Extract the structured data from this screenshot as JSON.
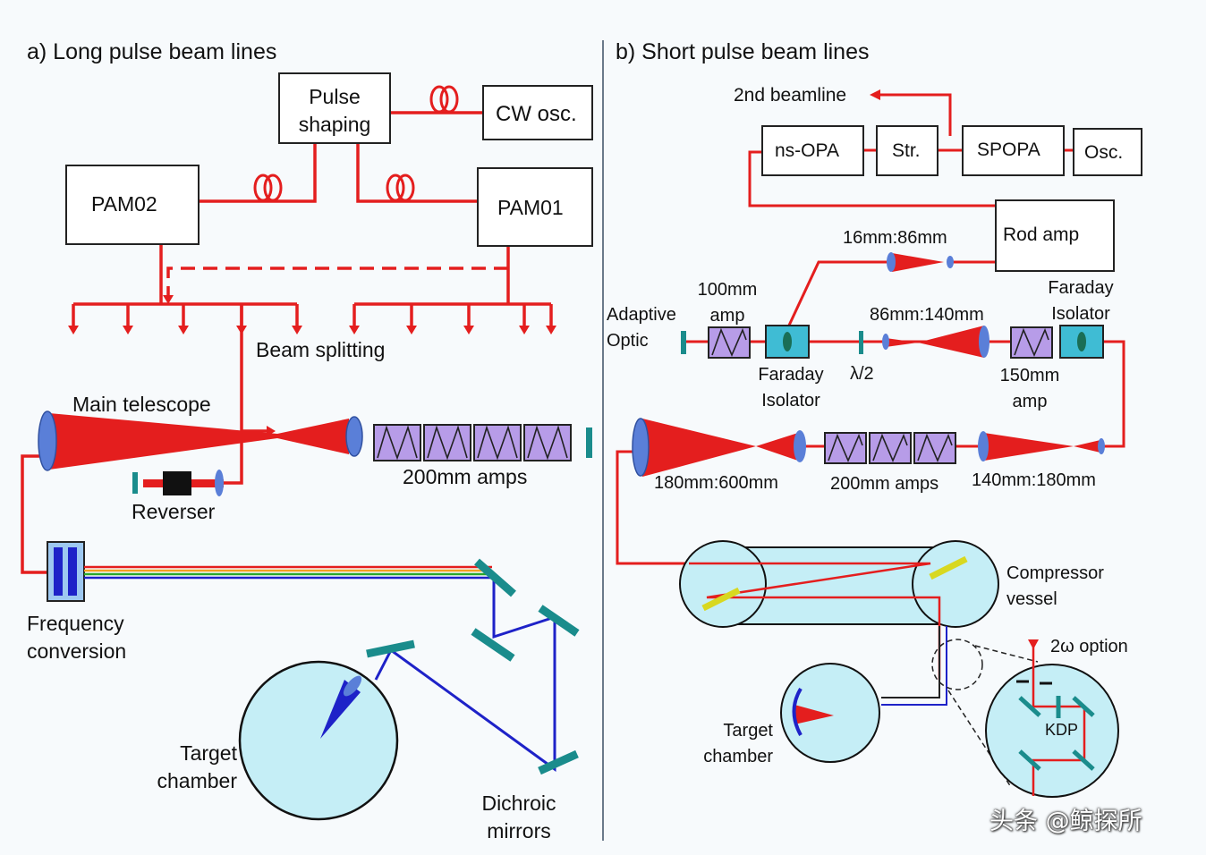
{
  "panel_a": {
    "title": "a) Long pulse beam lines",
    "pulse_shaping": "Pulse shaping",
    "cw_osc": "CW osc.",
    "pam02": "PAM02",
    "pam01": "PAM01",
    "beam_splitting": "Beam splitting",
    "main_telescope": "Main telescope",
    "reverser": "Reverser",
    "amps": "200mm amps",
    "frequency_conversion": "Frequency conversion",
    "target_chamber": "Target chamber",
    "dichroic_mirrors": "Dichroic mirrors"
  },
  "panel_b": {
    "title": "b) Short pulse beam lines",
    "second_beamline": "2nd beamline",
    "ns_opa": "ns-OPA",
    "str": "Str.",
    "spopa": "SPOPA",
    "osc": "Osc.",
    "rod_amp": "Rod amp",
    "tel_16_86": "16mm:86mm",
    "amp_100": "100mm amp",
    "adaptive_optic": "Adaptive Optic",
    "faraday_left": "Faraday Isolator",
    "half_wave": "λ/2",
    "tel_86_140": "86mm:140mm",
    "faraday_right": "Faraday Isolator",
    "amp_150": "150mm amp",
    "tel_180_600": "180mm:600mm",
    "amps_200": "200mm amps",
    "tel_140_180": "140mm:180mm",
    "compressor_vessel": "Compressor vessel",
    "two_omega_option": "2ω option",
    "kdp": "KDP",
    "target_chamber": "Target chamber"
  },
  "watermark": "头条 @鲸探所",
  "colors": {
    "beam": "#e41e1e",
    "uv_beam": "#1e22c8",
    "amp_fill": "#b79ce8",
    "chamber_fill": "#c5eef6",
    "mirror": "#1a8c8c",
    "box_stroke": "#222222"
  }
}
